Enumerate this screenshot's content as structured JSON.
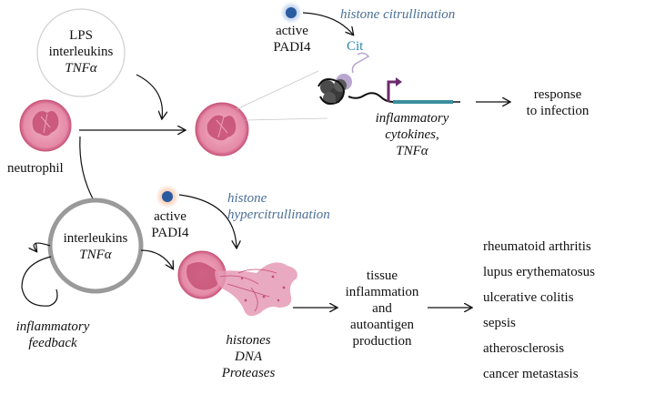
{
  "stimulus_circle": {
    "line1": "LPS",
    "line2": "interleukins",
    "line3": "TNFα"
  },
  "neutrophil_label": "neutrophil",
  "top_padi": {
    "active": "active",
    "name": "PADI4",
    "process": "histone citrullination",
    "cit": "Cit"
  },
  "cytokine_label": {
    "line1": "inflammatory",
    "line2": "cytokines,",
    "line3": "TNFα"
  },
  "response_label": {
    "line1": "response",
    "line2": "to infection"
  },
  "feedback_circle": {
    "line1": "interleukins",
    "line2": "TNFα"
  },
  "feedback_label": {
    "line1": "inflammatory",
    "line2": "feedback"
  },
  "bottom_padi": {
    "active": "active",
    "name": "PADI4",
    "process_line1": "histone",
    "process_line2": "hypercitrullination"
  },
  "net_label": {
    "line1": "histones",
    "line2": "DNA",
    "line3": "Proteases"
  },
  "tissue_label": {
    "line1": "tissue",
    "line2": "inflammation",
    "line3": "and",
    "line4": "autoantigen",
    "line5": "production"
  },
  "diseases": [
    "rheumatoid arthritis",
    "lupus erythematosus",
    "ulcerative colitis",
    "sepsis",
    "atherosclerosis",
    "cancer metastasis"
  ],
  "colors": {
    "cell_fill": "#e27a9a",
    "nucleus": "#c44d73",
    "padi_blue": "#2a5aa0",
    "histone_label": "#4a6f96",
    "gene_bar": "#3a8f9e",
    "promoter": "#6b2a6e",
    "feedback_ring": "#9a9a9a"
  }
}
